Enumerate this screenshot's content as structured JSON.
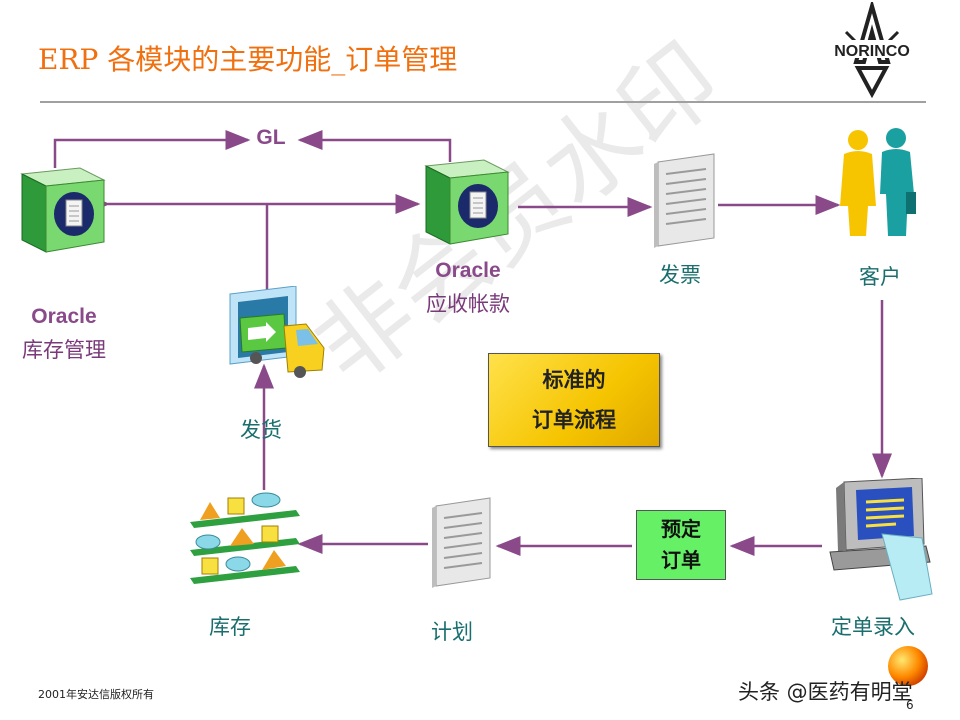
{
  "header": {
    "title": "ERP  各模块的主要功能_订单管理"
  },
  "logo": {
    "text": "NORINCO"
  },
  "nodes": {
    "gl": "GL",
    "oracle_inventory": {
      "en": "Oracle",
      "cn": "库存管理"
    },
    "oracle_ar": {
      "en": "Oracle",
      "cn": "应收帐款"
    },
    "invoice": "发票",
    "customer": "客户",
    "shipping": "发货",
    "inventory": "库存",
    "planning": "计划",
    "order_entry": "定单录入"
  },
  "center_box": {
    "line1": "标准的",
    "line2": "订单流程"
  },
  "order_box": {
    "line1": "预定",
    "line2": "订单"
  },
  "watermark": "非会员水印",
  "footer": {
    "copyright": "2001年安达信版权所有",
    "page": "6"
  },
  "source": "头条 @医药有明堂",
  "colors": {
    "title": "#f07010",
    "arrow": "#8a4a8a",
    "label_teal": "#1a6e6e",
    "center_box": "#f5c400",
    "order_box": "#66f066"
  },
  "icons": [
    "server-icon",
    "document-icon",
    "people-icon",
    "truck-icon",
    "warehouse-shelf-icon",
    "computer-terminal-icon",
    "sun-logo-icon",
    "norinco-logo-icon"
  ]
}
